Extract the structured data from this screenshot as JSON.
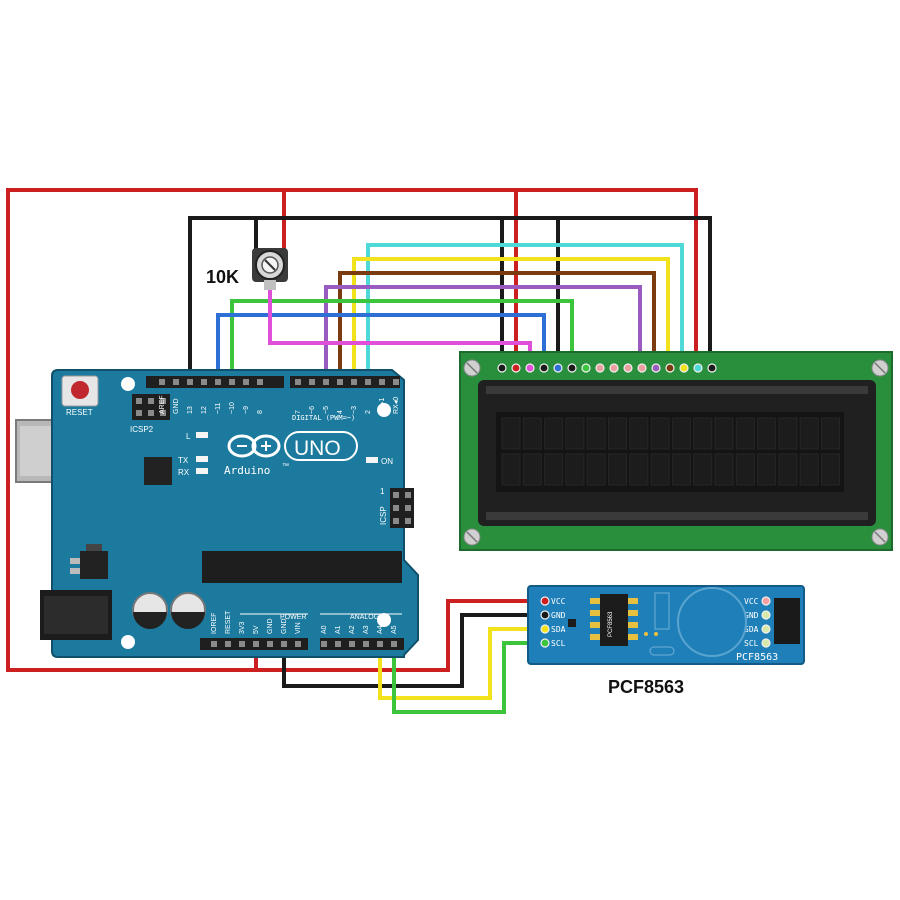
{
  "labels": {
    "pot_value": "10K",
    "rtc_caption": "PCF8563"
  },
  "arduino": {
    "reset": "RESET",
    "icsp2": "ICSP2",
    "icsp": "ICSP",
    "brand": "Arduino",
    "brand_tm": "™",
    "model": "UNO",
    "led_l": "L",
    "led_tx": "TX",
    "led_rx": "RX",
    "led_on": "ON",
    "icsp_pin1": "1",
    "digital_header": "DIGITAL (PWM=~)",
    "power_header": "POWER",
    "analog_header": "ANALOG IN",
    "digital_pins": [
      "AREF",
      "GND",
      "13",
      "12",
      "~11",
      "~10",
      "~9",
      "8",
      "7",
      "~6",
      "~5",
      "4",
      "~3",
      "2",
      "TX▸1",
      "RX◂0"
    ],
    "power_pins": [
      "IOREF",
      "RESET",
      "3V3",
      "5V",
      "GND",
      "GND",
      "VIN"
    ],
    "analog_pins": [
      "A0",
      "A1",
      "A2",
      "A3",
      "A4",
      "A5"
    ]
  },
  "rtc_module": {
    "chip": "PCF8563",
    "board_label": "PCF8563",
    "left_pins": [
      "VCC",
      "GND",
      "SDA",
      "SCL"
    ],
    "right_pins": [
      "VCC",
      "GND",
      "SDA",
      "SCL"
    ]
  },
  "colors": {
    "board": "#1b7a9e",
    "lcd_pcb": "#2a8f3c",
    "wire_red": "#cc1f1f",
    "wire_black": "#1a1a1a",
    "wire_yellow": "#f2e21b",
    "wire_green": "#3cc43c",
    "wire_blue": "#2e6fd6",
    "wire_cyan": "#4fd8d8",
    "wire_magenta": "#e04fd8",
    "wire_purple": "#9a5bc0",
    "wire_brown": "#7a3b10",
    "wire_lgreen": "#44c844"
  }
}
